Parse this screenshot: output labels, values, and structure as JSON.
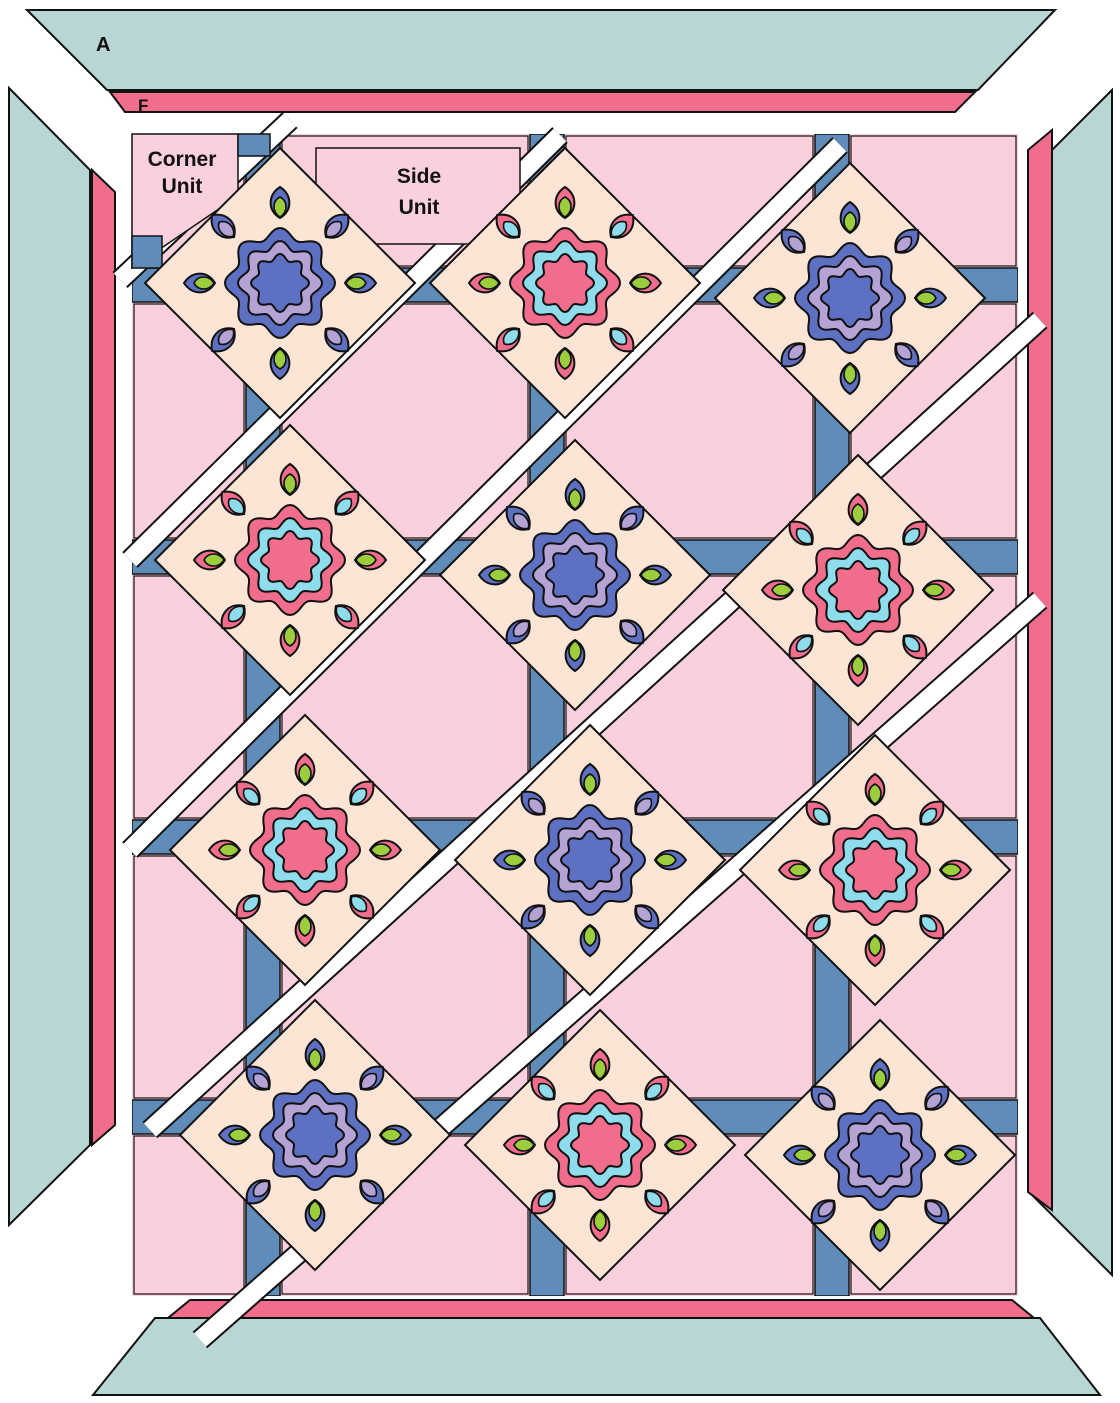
{
  "labels": {
    "border_outer": "A",
    "border_inner": "F",
    "corner_unit_line1": "Corner",
    "corner_unit_line2": "Unit",
    "side_unit_line1": "Side",
    "side_unit_line2": "Unit"
  },
  "colors": {
    "outer_border": "#b8d6d4",
    "inner_border": "#f06d8c",
    "background_square": "#fad0dc",
    "sashing": "#5f8cb9",
    "block_background": "#fde5d6",
    "flower_blue": "#5e70c2",
    "flower_lavender": "#b6a3d6",
    "flower_pink": "#f06d8c",
    "flower_aqua": "#8fdcec",
    "leaf_green": "#9bcd3d",
    "outline": "#111111"
  },
  "blocks": {
    "variants": [
      "blue",
      "pink",
      "blue",
      "pink",
      "blue",
      "pink",
      "pink",
      "blue",
      "pink",
      "blue",
      "pink",
      "blue"
    ]
  }
}
